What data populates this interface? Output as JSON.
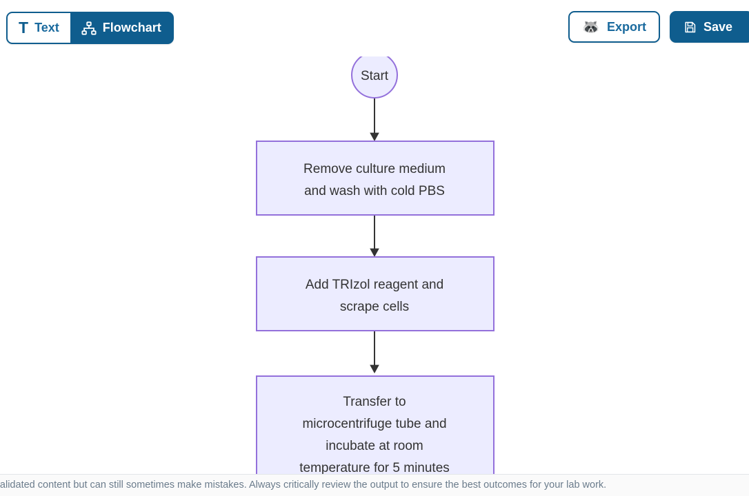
{
  "header": {
    "view_toggle": {
      "options": [
        {
          "label": "Text",
          "icon": "text-format-icon",
          "active": false
        },
        {
          "label": "Flowchart",
          "icon": "hierarchy-icon",
          "active": true
        }
      ]
    },
    "export_button": {
      "label": "Export",
      "icon": "raccoon-icon",
      "glyph": "🦝"
    },
    "save_button": {
      "label": "Save",
      "icon": "floppy-disk-icon"
    }
  },
  "theme": {
    "brand_blue": "#0f5d8e",
    "link_blue": "#1a6a9e",
    "node_fill": "#ececff",
    "node_border": "#9370db",
    "node_text": "#333333",
    "arrow_color": "#333333",
    "canvas_bg": "#ffffff",
    "footer_bg": "#fafafa",
    "footer_text": "#6b7c8c"
  },
  "flowchart": {
    "nodes": [
      {
        "id": "start",
        "shape": "circle",
        "label": "Start"
      },
      {
        "id": "n1",
        "shape": "rect",
        "label_lines": [
          "Remove culture medium",
          "and wash with cold PBS"
        ]
      },
      {
        "id": "n2",
        "shape": "rect",
        "label_lines": [
          "Add TRIzol reagent and",
          "scrape cells"
        ]
      },
      {
        "id": "n3",
        "shape": "rect",
        "label_lines": [
          "Transfer to",
          "microcentrifuge tube and",
          "incubate at room",
          "temperature for 5 minutes"
        ]
      }
    ],
    "edges": [
      {
        "from": "start",
        "to": "n1"
      },
      {
        "from": "n1",
        "to": "n2"
      },
      {
        "from": "n2",
        "to": "n3"
      }
    ]
  },
  "footer": {
    "disclaimer": "This assistant is grounded in rigorously validated content but can still sometimes make mistakes. Always critically review the output to ensure the best outcomes for your lab work."
  }
}
